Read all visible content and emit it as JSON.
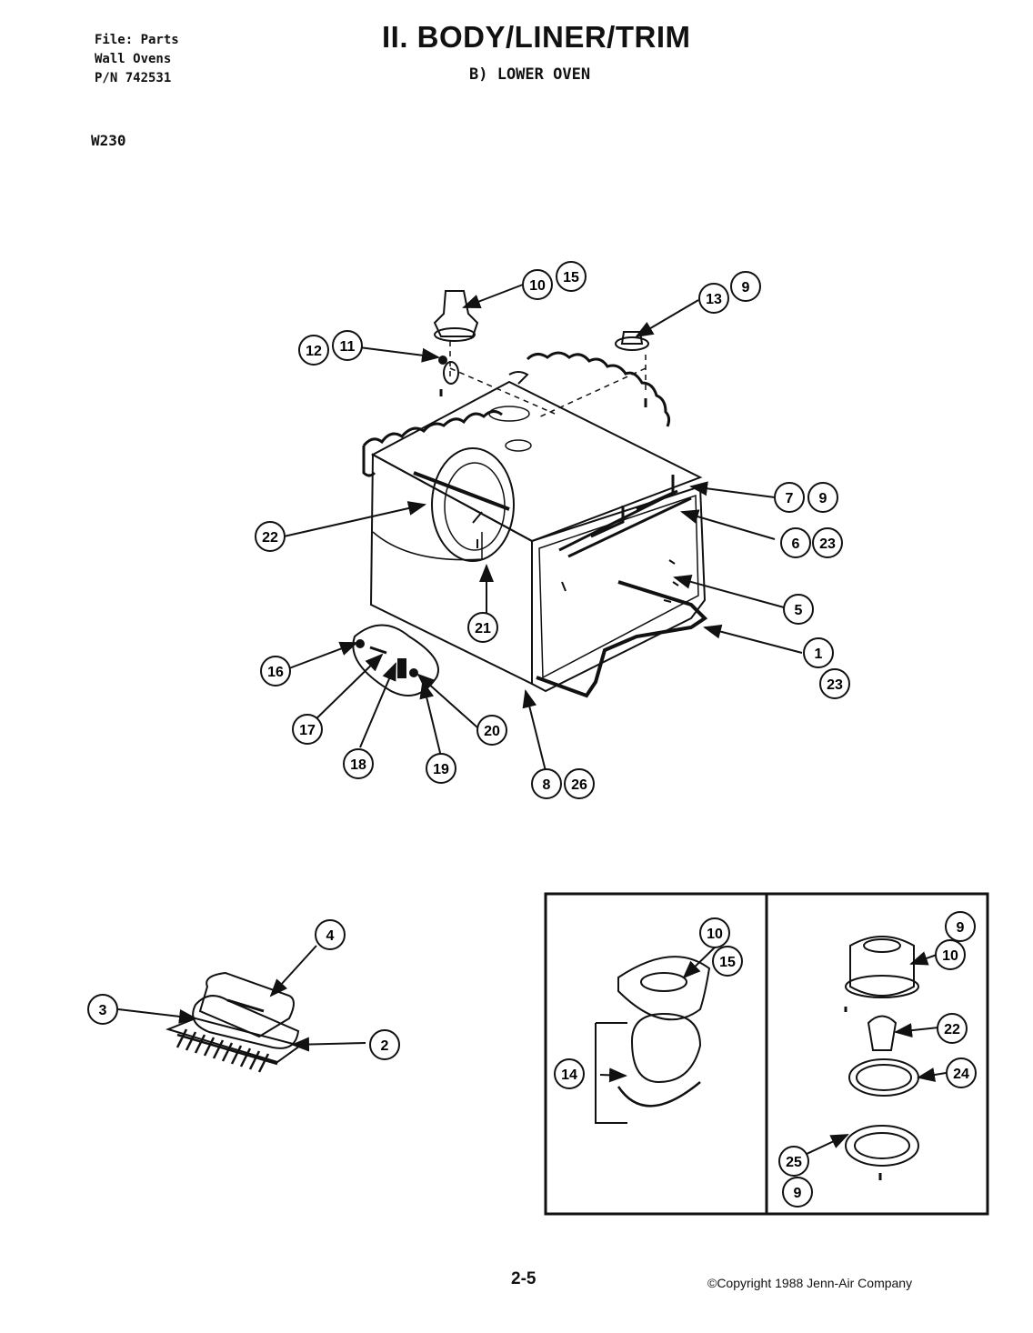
{
  "header": {
    "file_lines": [
      "File: Parts",
      "Wall Ovens",
      "P/N 742531"
    ],
    "model": "W230",
    "title": "II. BODY/LINER/TRIM",
    "subtitle": "B)  LOWER OVEN"
  },
  "callouts": {
    "main_assembly": [
      "10",
      "15",
      "13",
      "9",
      "12",
      "11",
      "7",
      "9",
      "6",
      "23",
      "22",
      "5",
      "21",
      "1",
      "23",
      "16",
      "17",
      "20",
      "18",
      "19",
      "8",
      "26"
    ],
    "rack_assembly": [
      "4",
      "3",
      "2"
    ],
    "light_left": [
      "10",
      "15",
      "14"
    ],
    "light_right": [
      "9",
      "10",
      "22",
      "24",
      "25",
      "9"
    ]
  },
  "footer": {
    "page_number": "2-5",
    "copyright": "©Copyright 1988 Jenn-Air Company"
  }
}
